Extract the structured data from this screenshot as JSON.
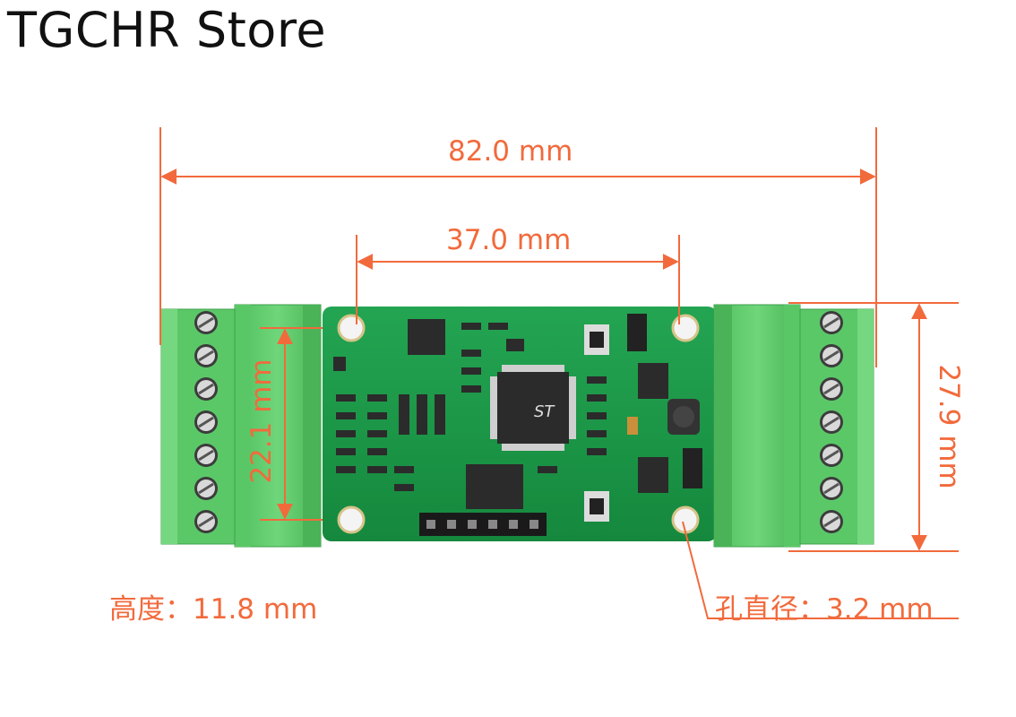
{
  "store": {
    "name": "TGCHR Store"
  },
  "dimensions": {
    "overall_length": "82.0 mm",
    "hole_spacing_length": "37.0 mm",
    "hole_spacing_width": "22.1 mm",
    "overall_width": "27.9 mm",
    "height": "高度：11.8 mm",
    "hole_diameter": "孔直径：3.2 mm"
  },
  "colors": {
    "dimension_line": "#f26a3c",
    "pcb": "#1e9c4a",
    "terminal_block": "#5fc86a",
    "chip": "#2b2b2b"
  },
  "chip_marking": "ST"
}
